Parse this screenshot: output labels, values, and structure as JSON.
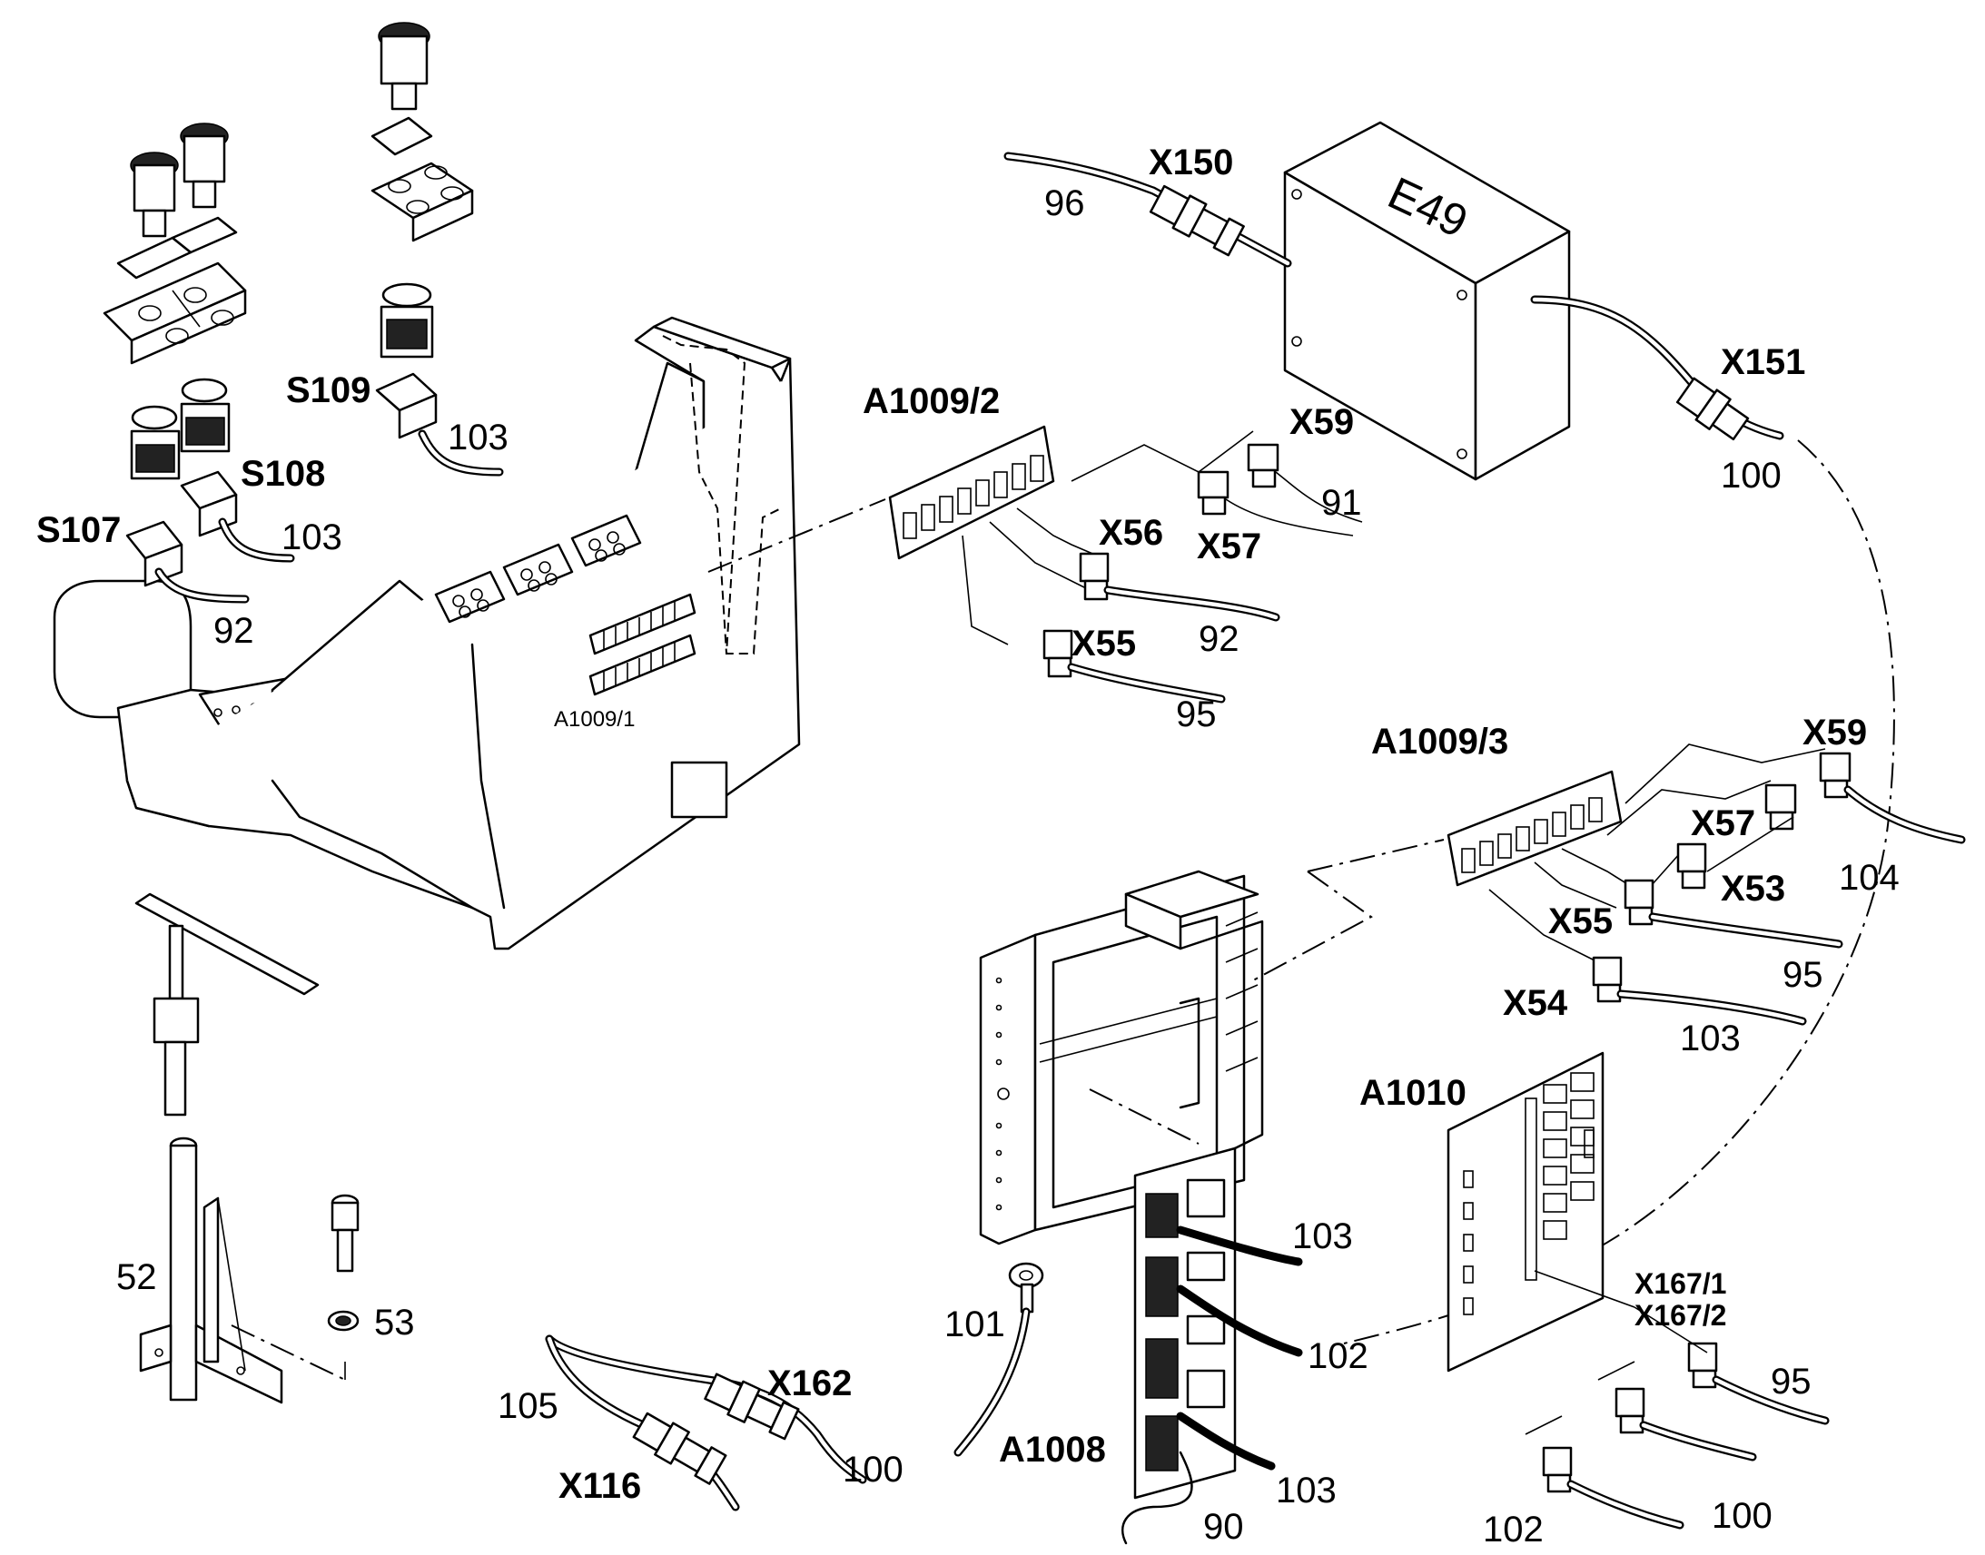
{
  "labels": {
    "x150": "X150",
    "x151": "X151",
    "e49": "E49",
    "a1009_2": "A1009/2",
    "a1009_1": "A1009/1",
    "a1009_3": "A1009/3",
    "a1010": "A1010",
    "a1008": "A1008",
    "s107": "S107",
    "s108": "S108",
    "s109": "S109",
    "x59_top": "X59",
    "x57_top": "X57",
    "x56": "X56",
    "x55_top": "X55",
    "x59_right": "X59",
    "x57_right": "X57",
    "x53": "X53",
    "x55_right": "X55",
    "x54": "X54",
    "x167_1": "X167/1",
    "x167_2": "X167/2",
    "x162": "X162",
    "x116": "X116"
  },
  "numbers": {
    "n96": "96",
    "n100_top": "100",
    "n103_s109": "103",
    "n103_s108": "103",
    "n92_s107": "92",
    "n91": "91",
    "n92_x56": "92",
    "n95_x55": "95",
    "n104": "104",
    "n95_x55r": "95",
    "n103_x54": "103",
    "n103_a1008a": "103",
    "n102_a1008": "102",
    "n103_a1008b": "103",
    "n90": "90",
    "n101": "101",
    "n95_x167": "95",
    "n100_x167": "100",
    "n102_x167": "102",
    "n52": "52",
    "n53": "53",
    "n105": "105",
    "n100_x162": "100"
  }
}
